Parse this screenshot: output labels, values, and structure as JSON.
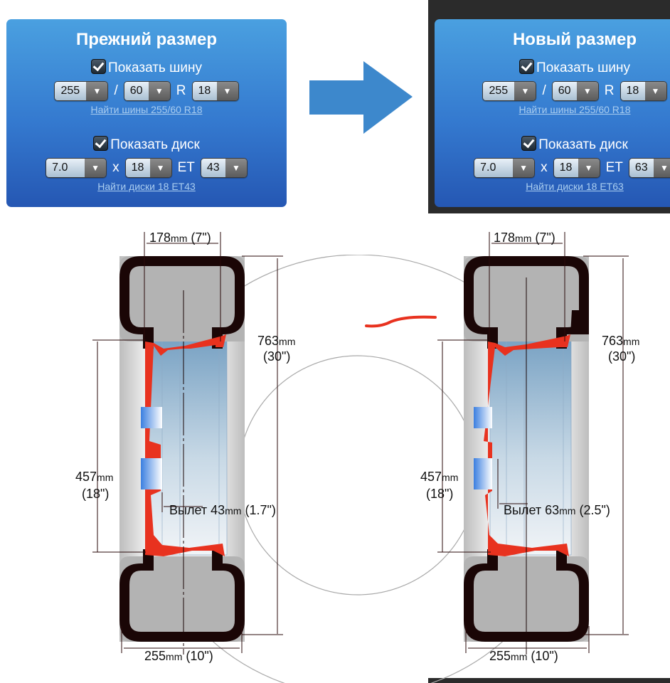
{
  "old_panel": {
    "title": "Прежний размер",
    "show_tire_label": "Показать шину",
    "show_tire_checked": true,
    "tire_width": "255",
    "tire_sep": "/",
    "tire_profile": "60",
    "tire_r": "R",
    "tire_diameter": "18",
    "tire_link": "Найти шины 255/60 R18",
    "show_wheel_label": "Показать диск",
    "show_wheel_checked": true,
    "wheel_width": "7.0",
    "wheel_x": "x",
    "wheel_diameter": "18",
    "wheel_et_label": "ET",
    "wheel_et": "43",
    "wheel_link": "Найти диски 18 ET43"
  },
  "new_panel": {
    "title": "Новый размер",
    "show_tire_label": "Показать шину",
    "show_tire_checked": true,
    "tire_width": "255",
    "tire_sep": "/",
    "tire_profile": "60",
    "tire_r": "R",
    "tire_diameter": "18",
    "tire_link": "Найти шины 255/60 R18",
    "show_wheel_label": "Показать диск",
    "show_wheel_checked": true,
    "wheel_width": "7.0",
    "wheel_x": "x",
    "wheel_diameter": "18",
    "wheel_et_label": "ET",
    "wheel_et": "63",
    "wheel_link": "Найти диски 18 ET63"
  },
  "arrow_icon": "arrow-right-icon",
  "colors": {
    "panel_blue": "#3479cf",
    "arrow_blue": "#3d88cc",
    "rim_red": "#e8321f",
    "tire_black": "#1a0606",
    "tire_gray": "#b3b3b3"
  },
  "old_diagram": {
    "rim_width": {
      "mm": "178",
      "unit": "mm",
      "inch": " (7\")"
    },
    "overall_diameter": {
      "mm": "763",
      "unit": "mm",
      "inch": "(30\")"
    },
    "rim_diameter": {
      "mm": "457",
      "unit": "mm",
      "inch": "(18\")"
    },
    "offset": {
      "label": "Вылет ",
      "mm": "43",
      "unit": "mm",
      "inch": " (1.7\")"
    },
    "tire_width": {
      "mm": "255",
      "unit": "mm",
      "inch": " (10\")"
    }
  },
  "new_diagram": {
    "rim_width": {
      "mm": "178",
      "unit": "mm",
      "inch": " (7\")"
    },
    "overall_diameter": {
      "mm": "763",
      "unit": "mm",
      "inch": "(30\")"
    },
    "rim_diameter": {
      "mm": "457",
      "unit": "mm",
      "inch": "(18\")"
    },
    "offset": {
      "label": "Вылет ",
      "mm": "63",
      "unit": "mm",
      "inch": " (2.5\")"
    },
    "tire_width": {
      "mm": "255",
      "unit": "mm",
      "inch": " (10\")"
    }
  }
}
